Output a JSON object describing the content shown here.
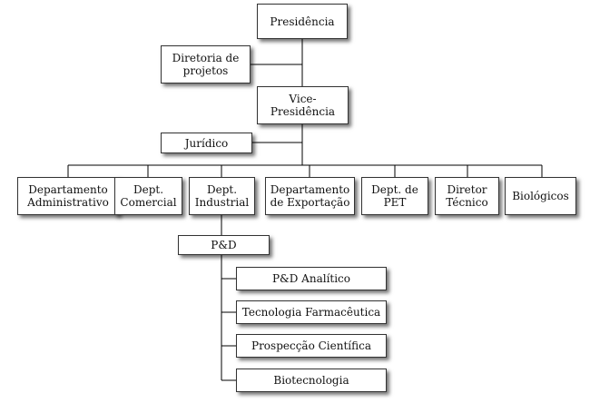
{
  "org_chart": {
    "root": {
      "label_line1": "Presidência"
    },
    "board": {
      "label_line1": "Diretoria de",
      "label_line2": "projetos"
    },
    "vice": {
      "label_line1": "Vice-",
      "label_line2": "Presidência"
    },
    "legal": {
      "label_line1": "Jurídico"
    },
    "departments": [
      {
        "label_line1": "Departamento",
        "label_line2": "Administrativo"
      },
      {
        "label_line1": "Dept.",
        "label_line2": "Comercial"
      },
      {
        "label_line1": "Dept.",
        "label_line2": "Industrial"
      },
      {
        "label_line1": "Departamento",
        "label_line2": "de Exportação"
      },
      {
        "label_line1": "Dept. de",
        "label_line2": "PET"
      },
      {
        "label_line1": "Diretor",
        "label_line2": "Técnico"
      },
      {
        "label_line1": "Biológicos"
      }
    ],
    "rd": {
      "label_line1": "P&D"
    },
    "rd_units": [
      {
        "label_line1": "P&D Analítico"
      },
      {
        "label_line1": "Tecnologia Farmacêutica"
      },
      {
        "label_line1": "Prospecção Científica"
      },
      {
        "label_line1": "Biotecnologia"
      }
    ]
  }
}
